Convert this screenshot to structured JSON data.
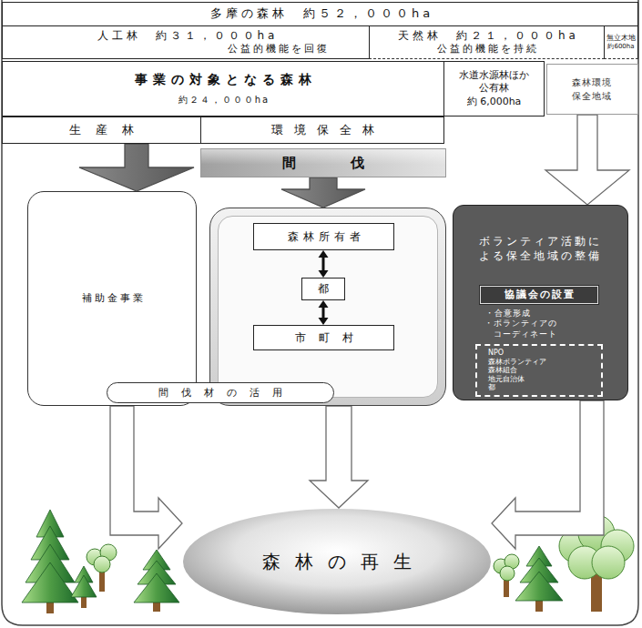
{
  "diagram": {
    "nodes": [
      {
        "text": [
          "多摩の森林　約５２，０００ha"
        ]
      },
      {
        "text": [
          "人工林　約３１，０００ha",
          "公益的機能を回復"
        ]
      },
      {
        "text": [
          "天然林　約２１，０００ha",
          "公益的機能を持続"
        ]
      },
      {
        "text": [
          "無立木地",
          "約600ha"
        ]
      },
      {
        "text": [
          "事業の対象となる森林",
          "約２４，０００ha"
        ]
      },
      {
        "text": [
          "水道水源林ほか 公有林",
          "約 6,000ha"
        ]
      },
      {
        "text": [
          "森林環境保全地域"
        ]
      },
      {
        "text": [
          "生産林"
        ]
      },
      {
        "text": [
          "環境保全林"
        ]
      },
      {
        "text": [
          "間伐"
        ]
      },
      {
        "text": [
          "補助金事業"
        ]
      },
      {
        "text": []
      },
      {
        "text": [
          "森林所有者"
        ],
        "in": 11
      },
      {
        "text": [
          "都"
        ],
        "in": 11
      },
      {
        "text": [
          "市町村"
        ],
        "in": 11
      },
      {
        "text": [
          "間伐材の活用"
        ]
      },
      {
        "text": [
          "ボランティア活動による保全地域の整備",
          "・合意形成",
          "・ボランティアのコーディネート"
        ]
      },
      {
        "text": [
          "協議会の設置"
        ],
        "in": 16
      },
      {
        "text": [
          "NPO",
          "森林ボランティア",
          "森林組合",
          "地元自治体",
          "都"
        ],
        "in": 16
      },
      {
        "text": [
          "森林の再生"
        ]
      }
    ],
    "edges": [
      {
        "from": 7,
        "to": 10,
        "arrow": "to"
      },
      {
        "from": 9,
        "to": 11,
        "arrow": "to"
      },
      {
        "from": 6,
        "to": 16,
        "arrow": "to"
      },
      {
        "from": 12,
        "to": 13,
        "arrow": "both"
      },
      {
        "from": 13,
        "to": 14,
        "arrow": "both"
      },
      {
        "from": 10,
        "to": 19,
        "arrow": "to"
      },
      {
        "from": 11,
        "to": 19,
        "arrow": "to"
      },
      {
        "from": 16,
        "to": 19,
        "arrow": "to"
      }
    ]
  }
}
